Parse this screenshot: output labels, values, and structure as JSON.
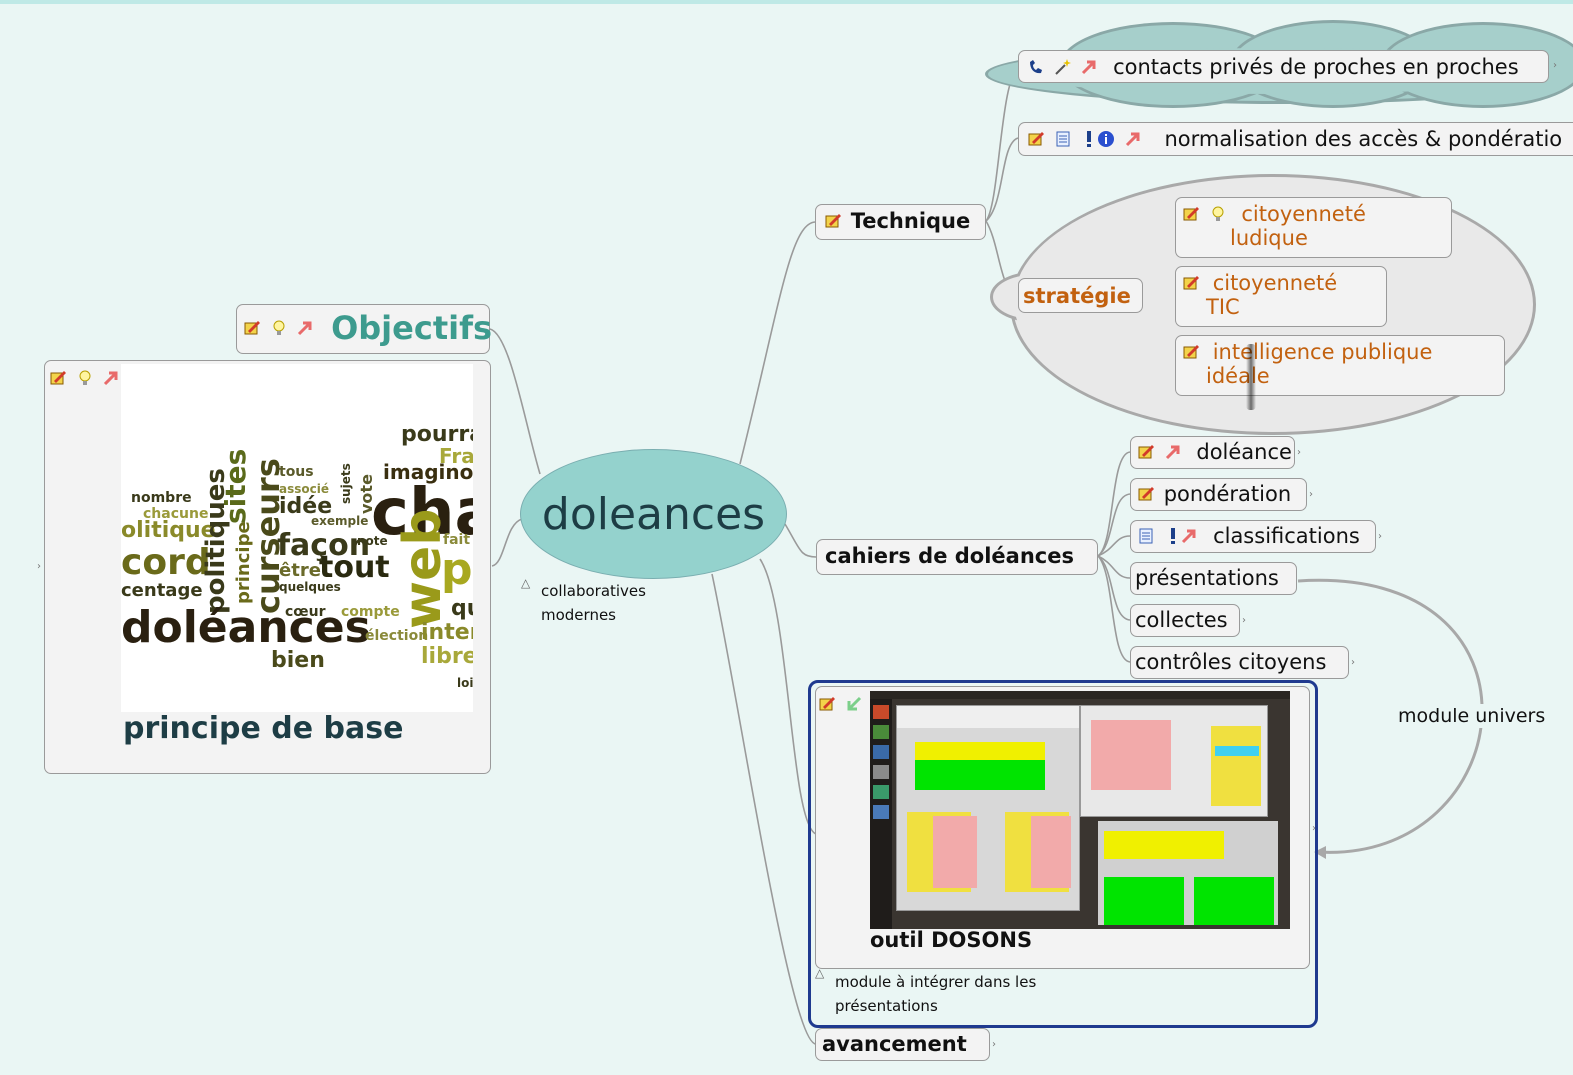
{
  "map": {
    "central_topic": "doleances",
    "central_note": "collaboratives\nmodernes",
    "left": {
      "objectifs": {
        "label": "Objectifs",
        "icons": [
          "task-pencil-icon",
          "idea-bulb-icon",
          "arrow-up-right-icon"
        ]
      },
      "principe": {
        "label": "principe de base",
        "icons": [
          "task-pencil-icon",
          "idea-bulb-icon",
          "arrow-up-right-icon"
        ],
        "image": "word-cloud-image"
      }
    },
    "technique": {
      "label": "Technique",
      "icons": [
        "task-pencil-icon"
      ],
      "children": [
        {
          "label": "contacts privés de proches en proches",
          "icons": [
            "phone-icon",
            "wand-icon",
            "arrow-up-right-icon"
          ]
        },
        {
          "label": "normalisation des accès & pondératio",
          "icons": [
            "task-pencil-icon",
            "list-icon",
            "exclamation-icon",
            "info-icon",
            "arrow-up-right-icon"
          ]
        }
      ],
      "strategie": {
        "label": "stratégie",
        "children": [
          {
            "label_line1": "citoyenneté",
            "label_line2": "ludique",
            "icons": [
              "task-pencil-icon",
              "idea-bulb-icon"
            ]
          },
          {
            "label_line1": "citoyenneté",
            "label_line2": "TIC",
            "icons": [
              "task-pencil-icon"
            ]
          },
          {
            "label_line1": "intelligence publique",
            "label_line2": "idéale",
            "icons": [
              "task-pencil-icon"
            ]
          }
        ]
      }
    },
    "cahiers": {
      "label": "cahiers de doléances",
      "children": [
        {
          "label": "doléance",
          "icons": [
            "task-pencil-icon",
            "arrow-up-right-icon"
          ]
        },
        {
          "label": "pondération",
          "icons": [
            "task-pencil-icon"
          ]
        },
        {
          "label": "classifications",
          "icons": [
            "list-icon",
            "exclamation-icon",
            "arrow-up-right-icon"
          ]
        },
        {
          "label": "présentations",
          "icons": []
        },
        {
          "label": "collectes",
          "icons": []
        },
        {
          "label": "contrôles citoyens",
          "icons": []
        }
      ]
    },
    "outil": {
      "label": "outil DOSONS",
      "icons": [
        "task-pencil-icon",
        "arrow-down-left-icon"
      ],
      "note": "module à intégrer dans les\nprésentations",
      "image": "app-screenshot-image"
    },
    "relationship_label": "module univers",
    "avancement": {
      "label": "avancement"
    }
  },
  "word_cloud": {
    "words": [
      "pourra",
      "Fra",
      "imaginon",
      "cha",
      "sites",
      "tous",
      "idée",
      "associé",
      "exemple",
      "nombre",
      "chacune",
      "olitique",
      "cord",
      "centage",
      "politiques",
      "principe",
      "curseurs",
      "façon",
      "être",
      "tout",
      "quelques",
      "web",
      "p",
      "fait",
      "qu",
      "compte",
      "cœur",
      "doléances",
      "élection",
      "bien",
      "interr",
      "librer",
      "note",
      "vote",
      "sujets",
      "lois"
    ]
  },
  "colors": {
    "background": "#eaf6f4",
    "central_fill": "#94d2cd",
    "node_fill": "#f3f3f3",
    "strategy_text": "#c2610f",
    "objectifs_text": "#3d9b8e",
    "selection_border": "#1f3a8f"
  }
}
